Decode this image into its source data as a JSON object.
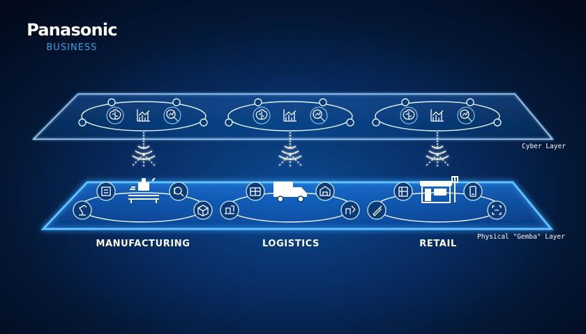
{
  "brand": {
    "name": "Panasonic",
    "sub": "BUSINESS"
  },
  "layers": {
    "cyber": "Cyber Layer",
    "physical": "Physical \"Gemba\" Layer"
  },
  "sectors": [
    {
      "label": "MANUFACTURING"
    },
    {
      "label": "LOGISTICS"
    },
    {
      "label": "RETAIL"
    }
  ],
  "icons": {
    "cyber": [
      "brain-icon",
      "chart-icon",
      "analysis-search-icon"
    ],
    "manufacturing": [
      "robot-arm-icon",
      "machine-icon",
      "conveyor-icon",
      "inspection-icon",
      "box-icon"
    ],
    "logistics": [
      "parcels-icon",
      "warehouse-icon",
      "truck-icon",
      "handling-icon",
      "pallet-icon"
    ],
    "retail": [
      "bottle-icon",
      "shelf-icon",
      "store-icon",
      "phone-icon",
      "scanner-icon"
    ]
  },
  "colors": {
    "accent": "#2fa2e6",
    "line": "#cfe9ff",
    "glow": "#1e90ff",
    "background": "#072a5c"
  }
}
